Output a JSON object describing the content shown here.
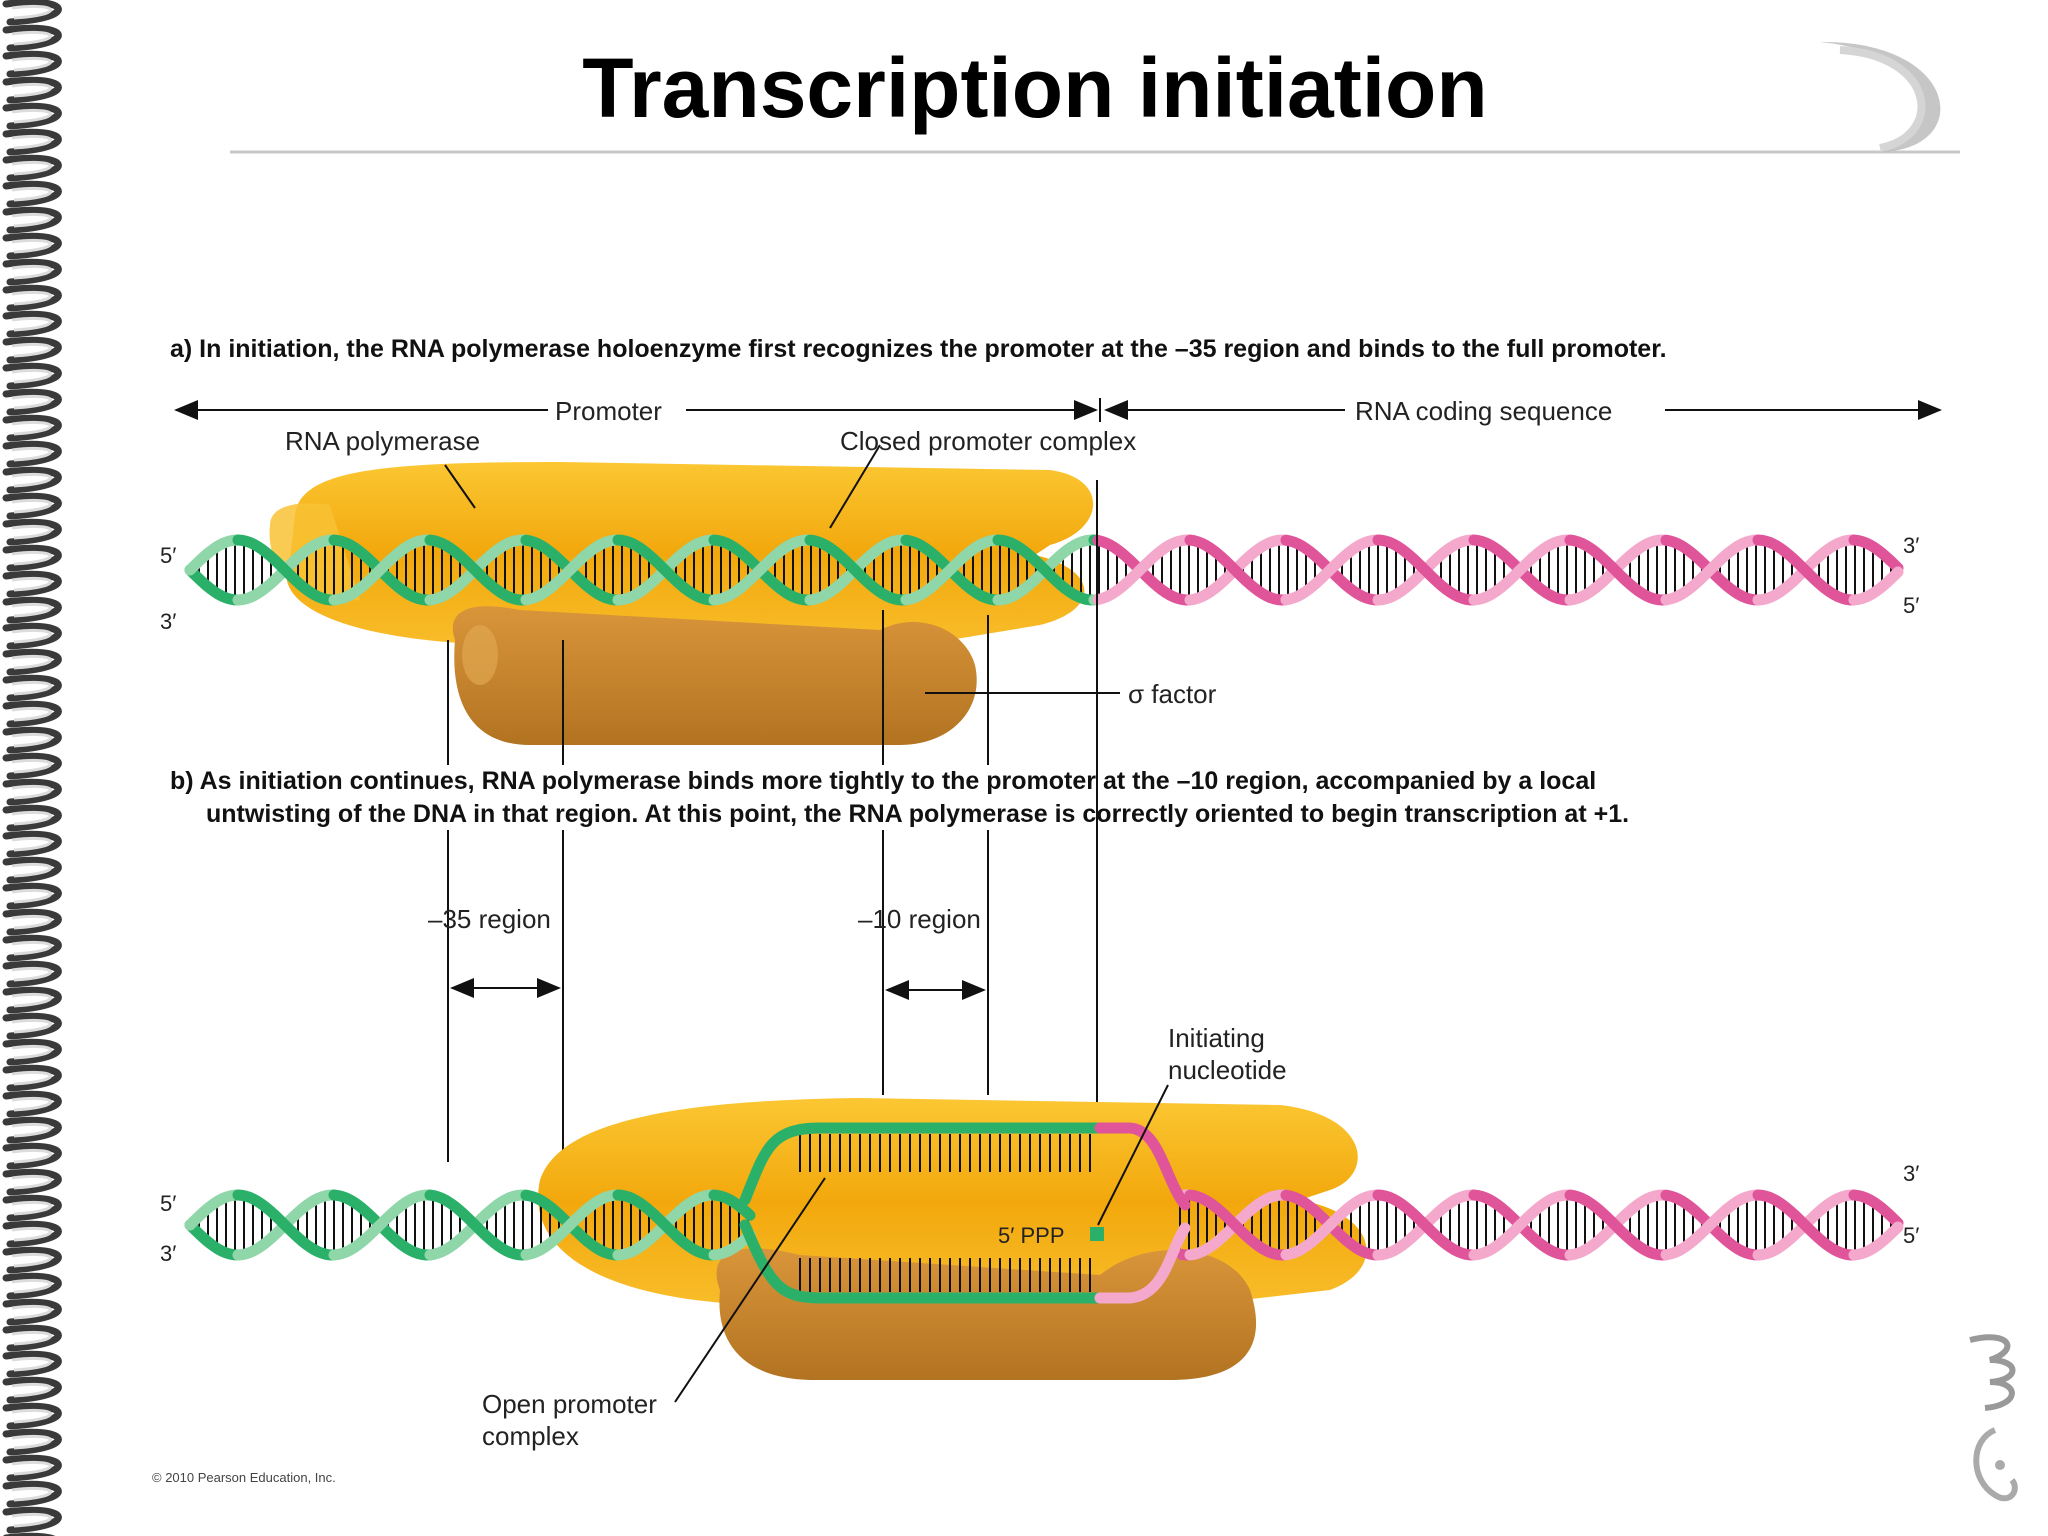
{
  "title": "Transcription initiation",
  "panel_a": {
    "caption": "a) In initiation, the RNA polymerase holoenzyme first recognizes the promoter at the –35 region and binds to the full promoter.",
    "promoter_label": "Promoter",
    "coding_label": "RNA coding sequence",
    "rna_polymerase_label": "RNA polymerase",
    "closed_complex_label": "Closed promoter complex",
    "sigma_label": "σ factor",
    "end_5_left": "5′",
    "end_3_left": "3′",
    "end_3_right": "3′",
    "end_5_right": "5′"
  },
  "panel_b": {
    "caption_line1": "b) As initiation continues, RNA polymerase binds more tightly to the promoter at the –10 region, accompanied by a local",
    "caption_line2": "untwisting of the DNA in that region. At this point, the RNA polymerase is correctly oriented to begin transcription at +1.",
    "region35_label": "–35 region",
    "region10_label": "–10 region",
    "initiating_line1": "Initiating",
    "initiating_line2": "nucleotide",
    "ppp_label": "5′ PPP",
    "open_line1": "Open promoter",
    "open_line2": "complex",
    "end_5_left": "5′",
    "end_3_left": "3′",
    "end_3_right": "3′",
    "end_5_right": "5′"
  },
  "credit": "© 2010 Pearson Education, Inc.",
  "colors": {
    "promoter_dna": "#2bb06a",
    "coding_dna": "#e0559a",
    "polymerase": "#f5b417",
    "sigma": "#c8862a"
  }
}
